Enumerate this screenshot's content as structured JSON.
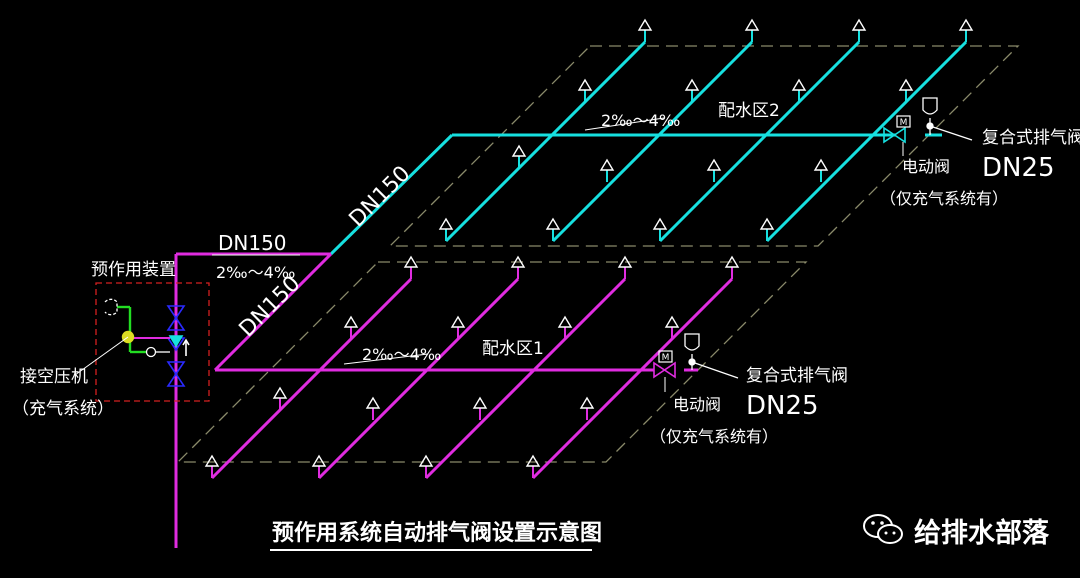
{
  "title": "预作用系统自动排气阀设置示意图",
  "watermark": "给排水部落",
  "colors": {
    "background": "#000000",
    "upper_pipe": "#16e0e0",
    "lower_pipe": "#e02ce0",
    "compressor_line": "#22dd22",
    "annotation": "#ffffff",
    "zone_border": "#8a8a6a",
    "device_border": "#d42020"
  },
  "labels": {
    "device": "预作用装置",
    "compressor_line1": "接空压机",
    "compressor_line2": "（充气系统）",
    "riser_dn": "DN150",
    "riser_slope": "2‰～4‰",
    "upper_main_dn": "DN150",
    "lower_main_dn": "DN150"
  },
  "zone_upper": {
    "name": "配水区2",
    "slope": "2‰～4‰",
    "valve_label": "电动阀",
    "valve_note": "（仅充气系统有）",
    "vent_label": "复合式排气阀",
    "vent_dn": "DN25",
    "valve_symbol": "M"
  },
  "zone_lower": {
    "name": "配水区1",
    "slope": "2‰～4‰",
    "valve_label": "电动阀",
    "valve_note": "（仅充气系统有）",
    "vent_label": "复合式排气阀",
    "vent_dn": "DN25",
    "valve_symbol": "M"
  },
  "icons": {
    "sprinkler": "sprinkler-head-icon",
    "vent": "air-release-valve-icon",
    "watermark": "wechat-icon"
  }
}
